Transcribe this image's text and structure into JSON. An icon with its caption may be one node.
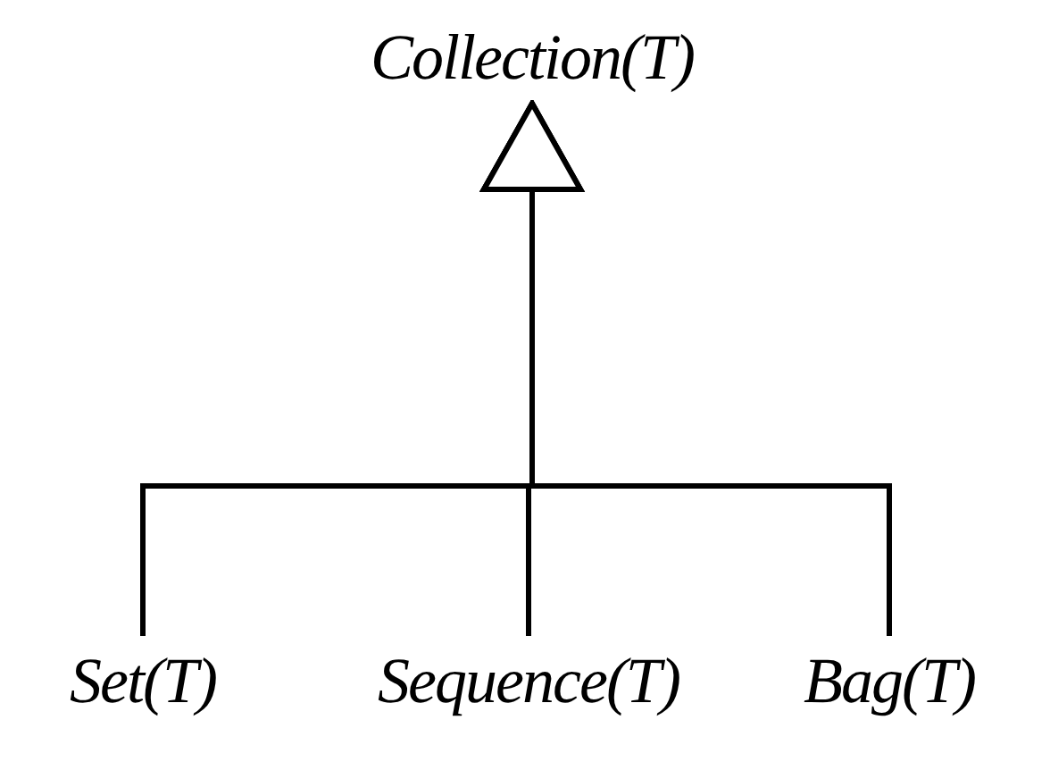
{
  "diagram": {
    "nodes": [
      {
        "text": [
          "Collection(T)"
        ]
      },
      {
        "text": [
          "Set(T)"
        ]
      },
      {
        "text": [
          "Sequence(T)"
        ]
      },
      {
        "text": [
          "Bag(T)"
        ]
      }
    ],
    "edges": [
      {
        "from": 1,
        "to": 0,
        "arrow": "to"
      },
      {
        "from": 2,
        "to": 0,
        "arrow": "to"
      },
      {
        "from": 3,
        "to": 0,
        "arrow": "to"
      }
    ]
  }
}
